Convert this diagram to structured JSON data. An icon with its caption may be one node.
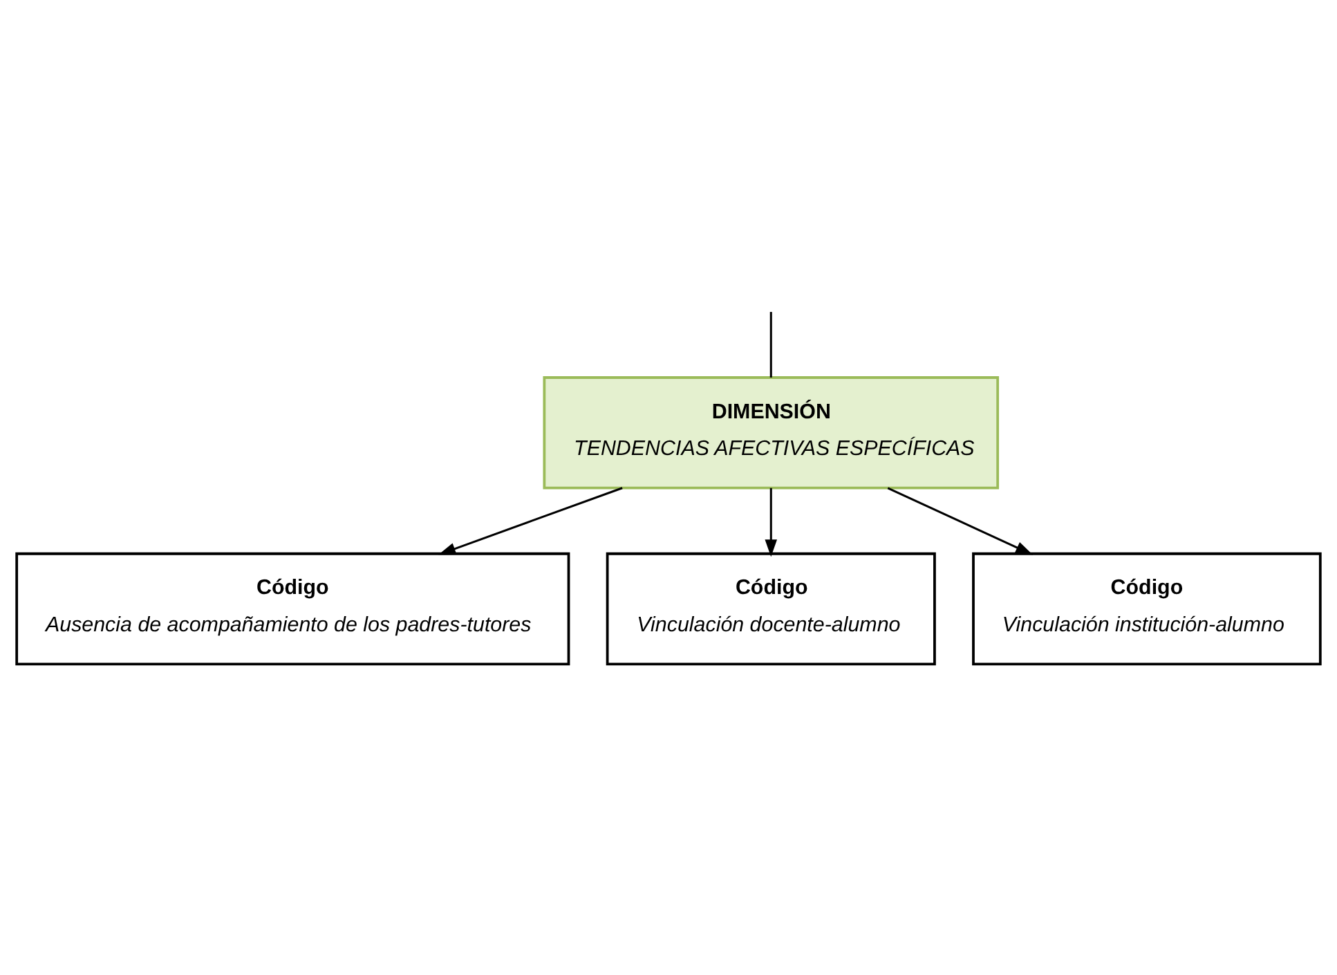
{
  "diagram": {
    "nodes": [
      {
        "text": [
          "DIMENSIÓN",
          "TENDENCIAS AFECTIVAS ESPECÍFICAS"
        ]
      },
      {
        "text": [
          "Código",
          "Ausencia de acompañamiento de los padres-tutores"
        ]
      },
      {
        "text": [
          "Código",
          "Vinculación docente-alumno"
        ]
      },
      {
        "text": [
          "Código",
          "Vinculación institución-alumno"
        ]
      }
    ],
    "edges": [
      {
        "from": null,
        "to": 0,
        "arrow": "none"
      },
      {
        "from": 0,
        "to": 1,
        "arrow": "to"
      },
      {
        "from": 0,
        "to": 2,
        "arrow": "to"
      },
      {
        "from": 0,
        "to": 3,
        "arrow": "to"
      }
    ]
  }
}
